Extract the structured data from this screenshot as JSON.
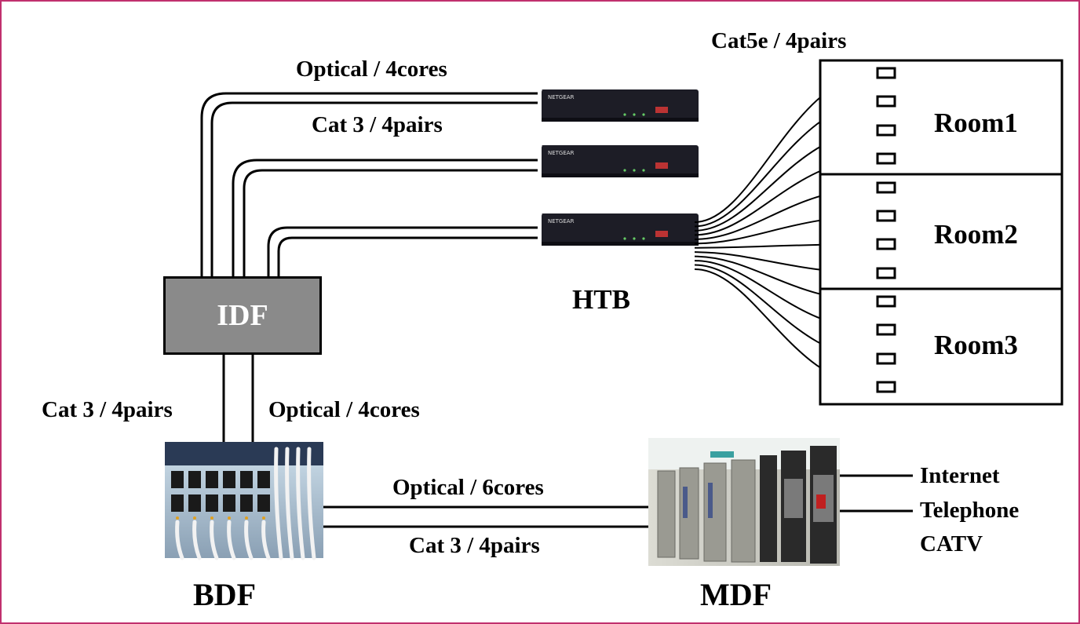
{
  "idf": {
    "label": "IDF"
  },
  "htb": {
    "label": "HTB"
  },
  "bdf": {
    "label": "BDF"
  },
  "mdf": {
    "label": "MDF"
  },
  "links": {
    "idf_htb_optical": "Optical / 4cores",
    "idf_htb_copper": "Cat 3 / 4pairs",
    "htb_rooms": "Cat5e / 4pairs",
    "idf_bdf_copper": "Cat 3 / 4pairs",
    "idf_bdf_optical": "Optical / 4cores",
    "bdf_mdf_optical": "Optical / 6cores",
    "bdf_mdf_copper": "Cat 3 / 4pairs"
  },
  "rooms": [
    "Room1",
    "Room2",
    "Room3"
  ],
  "services": [
    "Internet",
    "Telephone",
    "CATV"
  ],
  "device_brand": "NETGEAR",
  "colors": {
    "border": "#c0306e",
    "idf_fill": "#8a8a8a"
  }
}
